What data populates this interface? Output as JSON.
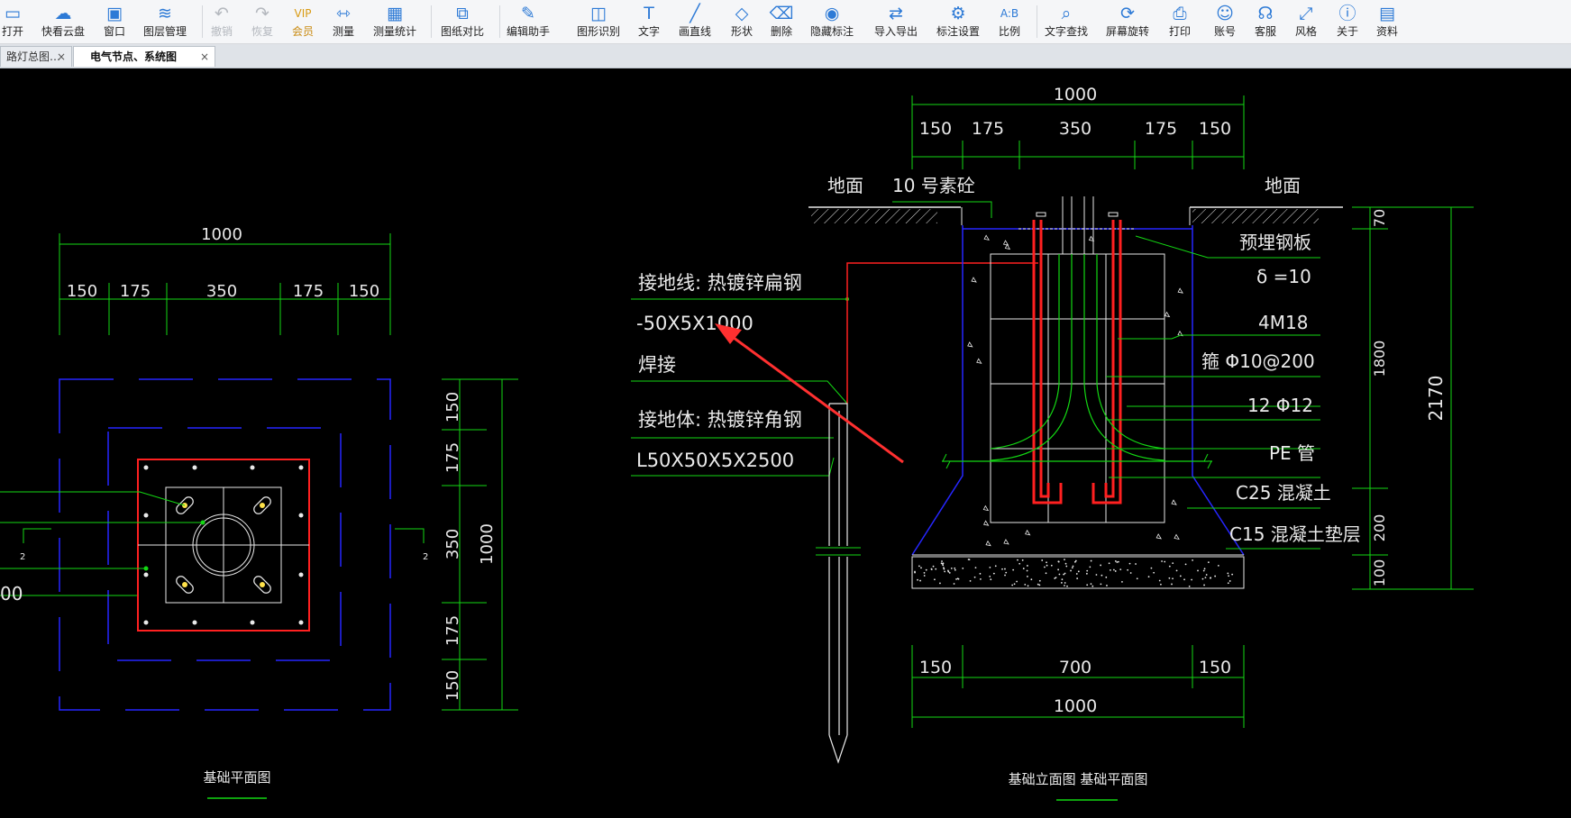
{
  "toolbar": {
    "items": [
      {
        "label": "打开",
        "icon": "folder-open-icon",
        "glyph": "▭"
      },
      {
        "label": "快看云盘",
        "icon": "cloud-icon",
        "glyph": "☁"
      },
      {
        "label": "窗口",
        "icon": "window-icon",
        "glyph": "▣"
      },
      {
        "label": "图层管理",
        "icon": "layers-icon",
        "glyph": "≋"
      },
      {
        "label": "撤销",
        "icon": "undo-icon",
        "glyph": "↶"
      },
      {
        "label": "恢复",
        "icon": "redo-icon",
        "glyph": "↷"
      },
      {
        "label": "会员",
        "icon": "vip-icon",
        "glyph": "VIP"
      },
      {
        "label": "测量",
        "icon": "ruler-icon",
        "glyph": "⇿"
      },
      {
        "label": "测量统计",
        "icon": "measure-stats-icon",
        "glyph": "▦"
      },
      {
        "label": "图纸对比",
        "icon": "compare-icon",
        "glyph": "⧉"
      },
      {
        "label": "编辑助手",
        "icon": "edit-assistant-icon",
        "glyph": "✎"
      },
      {
        "label": "图形识别",
        "icon": "shape-recognition-icon",
        "glyph": "◫"
      },
      {
        "label": "文字",
        "icon": "text-icon",
        "glyph": "T"
      },
      {
        "label": "画直线",
        "icon": "line-icon",
        "glyph": "╱"
      },
      {
        "label": "形状",
        "icon": "shape-icon",
        "glyph": "◇"
      },
      {
        "label": "删除",
        "icon": "eraser-icon",
        "glyph": "⌫"
      },
      {
        "label": "隐藏标注",
        "icon": "hide-eye-icon",
        "glyph": "◉"
      },
      {
        "label": "导入导出",
        "icon": "import-export-icon",
        "glyph": "⇄"
      },
      {
        "label": "标注设置",
        "icon": "annotation-settings-icon",
        "glyph": "⚙"
      },
      {
        "label": "比例",
        "icon": "scale-icon",
        "glyph": "A:B"
      },
      {
        "label": "文字查找",
        "icon": "text-search-icon",
        "glyph": "⌕"
      },
      {
        "label": "屏幕旋转",
        "icon": "rotate-screen-icon",
        "glyph": "⟳"
      },
      {
        "label": "打印",
        "icon": "printer-icon",
        "glyph": "⎙"
      },
      {
        "label": "账号",
        "icon": "user-icon",
        "glyph": "☺"
      },
      {
        "label": "客服",
        "icon": "headset-icon",
        "glyph": "☊"
      },
      {
        "label": "风格",
        "icon": "style-icon",
        "glyph": "⤢"
      },
      {
        "label": "关于",
        "icon": "info-icon",
        "glyph": "ⓘ"
      },
      {
        "label": "资料",
        "icon": "materials-icon",
        "glyph": "▤"
      }
    ]
  },
  "tabs": [
    {
      "label": "路灯总图…",
      "close": "×"
    },
    {
      "label": "电气节点、系统图",
      "close": "×"
    }
  ],
  "drawing": {
    "plan": {
      "top_total": "1000",
      "top_parts": [
        "150",
        "175",
        "350",
        "175",
        "150"
      ],
      "side_parts": [
        "150",
        "175",
        "350",
        "175",
        "150"
      ],
      "side_total": "1000",
      "cut_mark_left": "2",
      "cut_mark_right": "2",
      "partial_value": "00",
      "title": "基础平面图"
    },
    "section": {
      "top_total": "1000",
      "top_parts": [
        "150",
        "175",
        "350",
        "175",
        "150"
      ],
      "ground_left": "地面",
      "ground_right": "地面",
      "concrete_note": "10 号素砼",
      "labels": {
        "plate": "预埋钢板",
        "plate_thickness": "δ =10",
        "bolts": "4M18",
        "stirrup": "箍 Φ10@200",
        "rebar": "12  Φ12",
        "pe_pipe": "PE 管",
        "c25": "C25  混凝土",
        "c15": "C15  混凝土垫层"
      },
      "right_dims": [
        "70",
        "1800",
        "200",
        "100"
      ],
      "right_total": "2170",
      "bottom_parts": [
        "150",
        "700",
        "150"
      ],
      "bottom_total": "1000",
      "title": "基础立面图 基础平面图"
    },
    "grounding": {
      "line1": "接地线: 热镀锌扁钢",
      "line2": "-50X5X1000",
      "weld": "焊接",
      "line3": "接地体: 热镀锌角钢",
      "line4": "L50X50X5X2500"
    }
  },
  "colors": {
    "green": "#13d813",
    "red": "#ff2020",
    "blue": "#2626ff",
    "white": "#e9e9e9",
    "toolbar_icon": "#2d7ad6"
  }
}
